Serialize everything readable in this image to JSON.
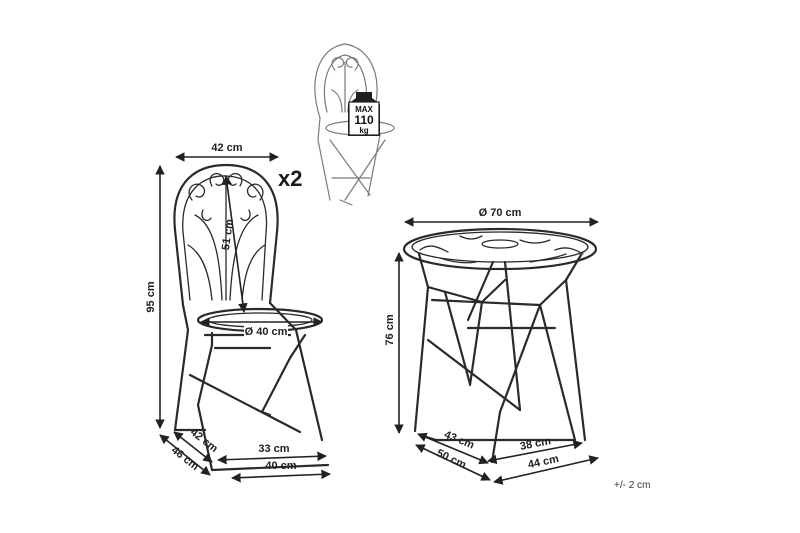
{
  "multiplier": "x2",
  "weight_badge": {
    "line1": "MAX",
    "line2": "110",
    "line3": "kg"
  },
  "chair": {
    "width_top": "42 cm",
    "height_total": "95 cm",
    "backrest_height": "51 cm",
    "seat_diameter": "Ø 40 cm",
    "depth_inner": "42 cm",
    "depth_outer": "46 cm",
    "base_width_inner": "33 cm",
    "base_width_outer": "40 cm"
  },
  "table": {
    "top_diameter": "Ø 70 cm",
    "height": "76 cm",
    "depth_inner": "43 cm",
    "depth_outer": "50 cm",
    "base_width_inner": "38 cm",
    "base_width_outer": "44 cm"
  },
  "tolerance": "+/- 2 cm"
}
